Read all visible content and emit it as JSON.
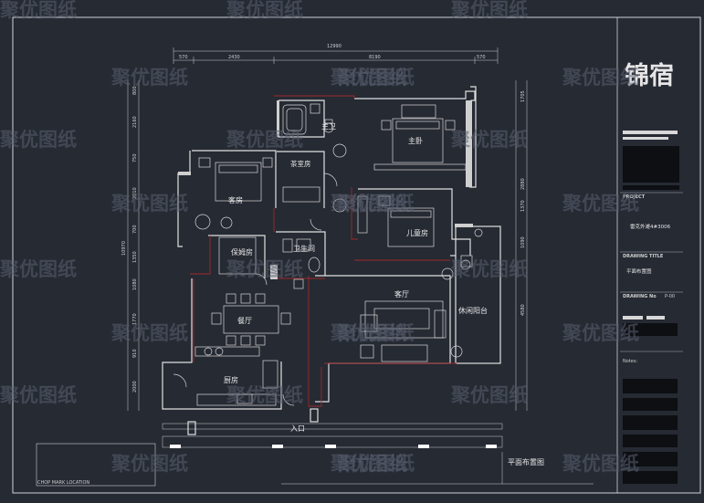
{
  "watermark": "聚优图纸",
  "brand_logo": "锦宿",
  "overall_dimension": "12990",
  "top_dimensions": [
    "570",
    "2430",
    "8190",
    "570"
  ],
  "left_dimensions": [
    "800",
    "2160",
    "750",
    "2010",
    "700",
    "1350",
    "1080",
    "1770",
    "910",
    "2000"
  ],
  "left_total": "10970",
  "right_dimensions": [
    "1705",
    "2880",
    "1370",
    "1090",
    "4580"
  ],
  "rooms": {
    "master_bath": "主卫",
    "master_bedroom": "主卧",
    "tea_room": "茶室房",
    "guest_room": "客房",
    "kids_room": "儿童房",
    "nanny_room": "保姆房",
    "bathroom": "卫生间",
    "living_room": "客厅",
    "leisure_balcony": "休闲阳台",
    "dining_room": "餐厅",
    "kitchen": "厨房"
  },
  "entrance": "入口",
  "plan_title": "平面布置图",
  "chop_mark_label": "CHOP MARK LOCATION",
  "title_block": {
    "project_label": "PROJECT",
    "project_name": "雷克外滩4#3006",
    "drawing_title_label": "DRAWING TITLE",
    "drawing_title": "平面布置图",
    "drawing_no_label": "DRAWING No",
    "drawing_no": "P-00",
    "notes_label": "Notes:"
  },
  "colors": {
    "background": "#252a33",
    "lines": "#dcdcdc",
    "red_wall": "#a02a2a",
    "watermark": "#5a6070"
  }
}
